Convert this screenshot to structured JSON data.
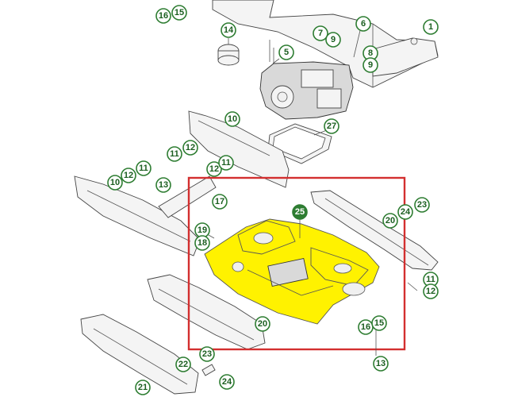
{
  "colors": {
    "callout_stroke": "#2e7d32",
    "callout_text": "#1b5e20",
    "highlight_fill": "#fff200",
    "selection_box": "#d32f2f"
  },
  "callouts": [
    {
      "id": "c16a",
      "label": "16"
    },
    {
      "id": "c15a",
      "label": "15"
    },
    {
      "id": "c14",
      "label": "14"
    },
    {
      "id": "c6",
      "label": "6"
    },
    {
      "id": "c1",
      "label": "1"
    },
    {
      "id": "c7",
      "label": "7"
    },
    {
      "id": "c9a",
      "label": "9"
    },
    {
      "id": "c5",
      "label": "5"
    },
    {
      "id": "c8",
      "label": "8"
    },
    {
      "id": "c9b",
      "label": "9"
    },
    {
      "id": "c10a",
      "label": "10"
    },
    {
      "id": "c27",
      "label": "27"
    },
    {
      "id": "c11a",
      "label": "11"
    },
    {
      "id": "c12a",
      "label": "12"
    },
    {
      "id": "c12b",
      "label": "12"
    },
    {
      "id": "c11b",
      "label": "11"
    },
    {
      "id": "c10b",
      "label": "10"
    },
    {
      "id": "c12c",
      "label": "12"
    },
    {
      "id": "c11c",
      "label": "11"
    },
    {
      "id": "c13a",
      "label": "13"
    },
    {
      "id": "c17",
      "label": "17"
    },
    {
      "id": "c25",
      "label": "25",
      "highlight": true
    },
    {
      "id": "c23a",
      "label": "23"
    },
    {
      "id": "c24",
      "label": "24"
    },
    {
      "id": "c20a",
      "label": "20"
    },
    {
      "id": "c19",
      "label": "19"
    },
    {
      "id": "c18",
      "label": "18"
    },
    {
      "id": "c11d",
      "label": "11"
    },
    {
      "id": "c12d",
      "label": "12"
    },
    {
      "id": "c20b",
      "label": "20"
    },
    {
      "id": "c16b",
      "label": "16"
    },
    {
      "id": "c15b",
      "label": "15"
    },
    {
      "id": "c23b",
      "label": "23"
    },
    {
      "id": "c22",
      "label": "22"
    },
    {
      "id": "c13b",
      "label": "13"
    },
    {
      "id": "c24b",
      "label": "24"
    },
    {
      "id": "c21",
      "label": "21"
    }
  ]
}
